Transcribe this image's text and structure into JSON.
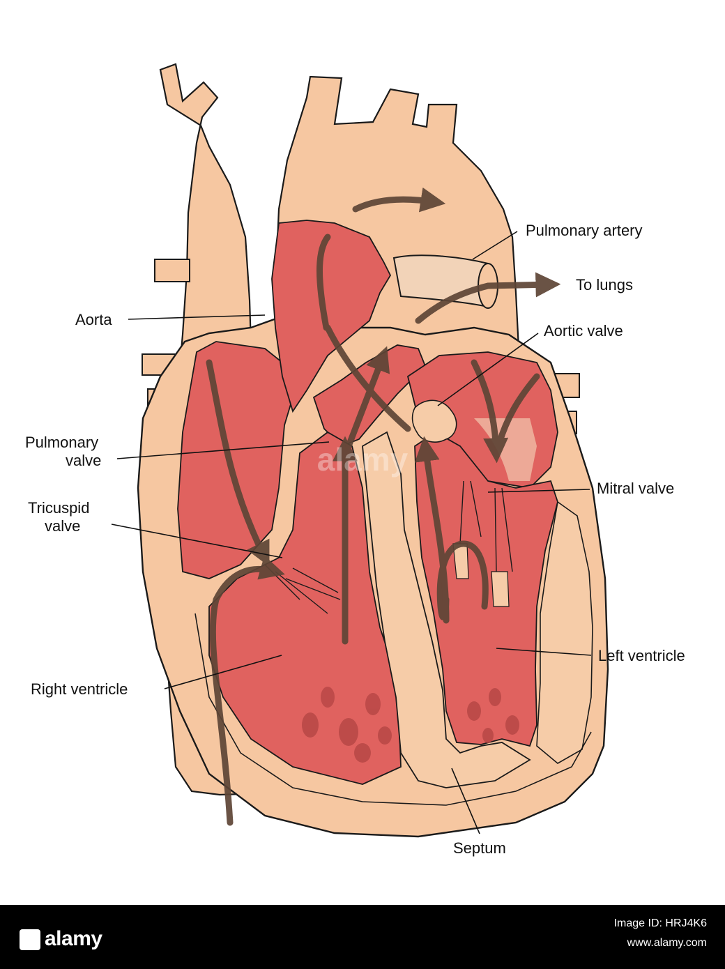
{
  "labels": {
    "pulmonary_artery": "Pulmonary artery",
    "to_lungs": "To lungs",
    "aorta": "Aorta",
    "aortic_valve": "Aortic valve",
    "pulmonary_valve_1": "Pulmonary",
    "pulmonary_valve_2": "valve",
    "tricuspid_valve_1": "Tricuspid",
    "tricuspid_valve_2": "valve",
    "mitral_valve": "Mitral valve",
    "left_ventricle": "Left ventricle",
    "right_ventricle": "Right ventricle",
    "septum": "Septum"
  },
  "watermark": "alamy",
  "footer": {
    "logo": "alamy",
    "image_id": "Image ID: HRJ4K6",
    "site": "www.alamy.com"
  },
  "colors": {
    "tissue": "#F6C7A1",
    "chamber": "#E0625F",
    "chamber_light": "#EA8C7D",
    "flow_arrow": "#5E4536",
    "outline": "#1A1A1A"
  }
}
